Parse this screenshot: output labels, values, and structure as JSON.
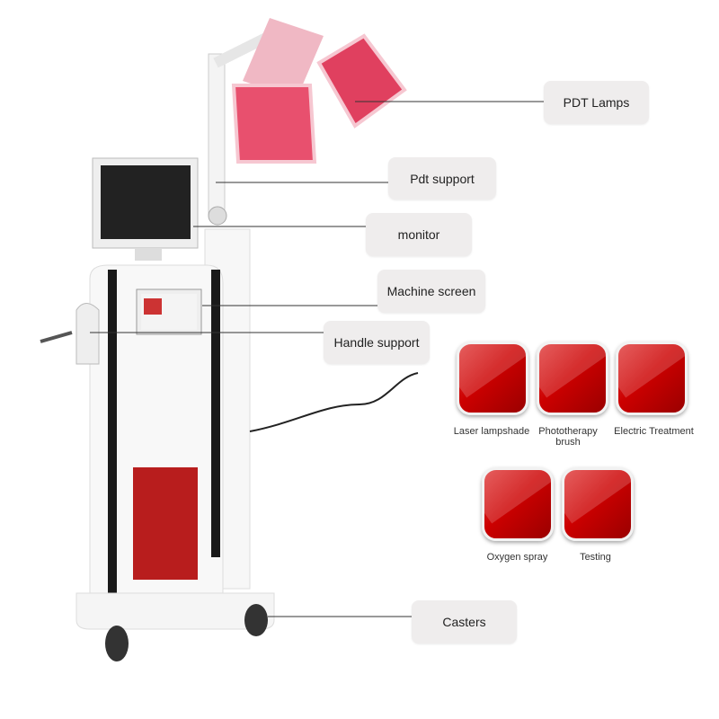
{
  "callouts": {
    "pdt_lamps": "PDT Lamps",
    "pdt_support": "Pdt support",
    "monitor": "monitor",
    "machine_screen": "Machine screen",
    "handle_support": "Handle support",
    "casters": "Casters"
  },
  "accessories": [
    {
      "label": "Laser lampshade",
      "icon": "laser-lampshade-icon"
    },
    {
      "label": "Phototherapy brush",
      "icon": "phototherapy-brush-icon"
    },
    {
      "label": "Electric Treatment",
      "icon": "electric-treatment-icon"
    },
    {
      "label": "Oxygen spray",
      "icon": "oxygen-spray-icon"
    },
    {
      "label": "Testing",
      "icon": "testing-icon"
    }
  ],
  "colors": {
    "tile": "#c00000",
    "lamp": "#e8506e",
    "label_bg": "#efeded"
  }
}
